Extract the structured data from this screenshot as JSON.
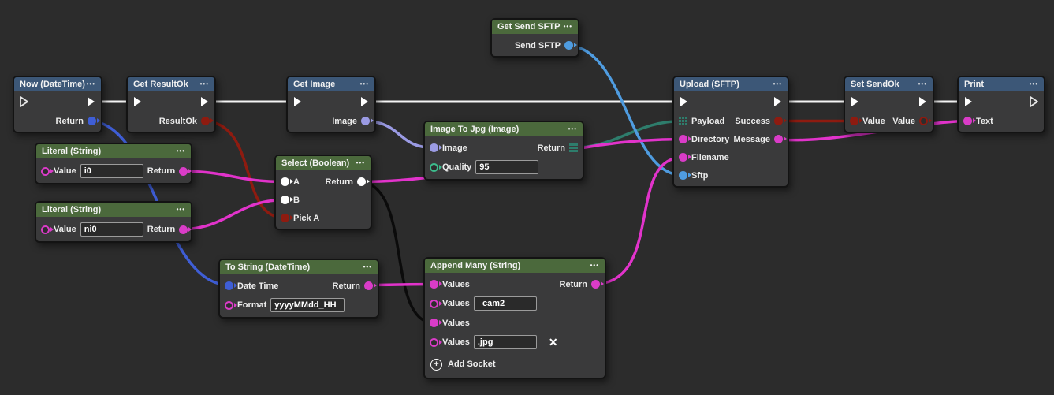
{
  "app": {
    "type": "visual-node-graph-editor"
  },
  "ui": {
    "menu_icon": "•••",
    "add_icon": "+",
    "remove_icon": "✕"
  },
  "colors": {
    "canvas": "#2c2c2c",
    "node_body": "#3a3a3b",
    "header_blue": "#3c5777",
    "header_green": "#4b693c",
    "port_string": "#da3cc8",
    "port_boolean": "#8e1b10",
    "port_datetime": "#3f5ed6",
    "port_image": "#9b9be4",
    "port_int": "#3dbb8c",
    "port_sftp": "#4f9ce0",
    "port_any": "#ffffff",
    "port_bytes_grid": "#2e7d6c",
    "wire_exec": "#f5f5f5",
    "wire_black": "#0b0b0b",
    "wire_string": "#e233cb"
  },
  "nodes": [
    {
      "title": "Now (DateTime)",
      "outputs": [
        {
          "label": "Return"
        }
      ]
    },
    {
      "title": "Get ResultOk",
      "outputs": [
        {
          "label": "ResultOk"
        }
      ]
    },
    {
      "title": "Get Image",
      "outputs": [
        {
          "label": "Image"
        }
      ]
    },
    {
      "title": "Get Send SFTP",
      "outputs": [
        {
          "label": "Send SFTP"
        }
      ]
    },
    {
      "title": "Image To Jpg (Image)",
      "inputs": [
        {
          "label": "Image"
        },
        {
          "label": "Quality",
          "value": "95"
        }
      ],
      "outputs": [
        {
          "label": "Return"
        }
      ]
    },
    {
      "title": "Literal (String)",
      "inputs": [
        {
          "label": "Value",
          "value": "i0"
        }
      ],
      "outputs": [
        {
          "label": "Return"
        }
      ]
    },
    {
      "title": "Literal (String)",
      "inputs": [
        {
          "label": "Value",
          "value": "ni0"
        }
      ],
      "outputs": [
        {
          "label": "Return"
        }
      ]
    },
    {
      "title": "Select (Boolean)",
      "inputs": [
        {
          "label": "A"
        },
        {
          "label": "B"
        },
        {
          "label": "Pick A"
        }
      ],
      "outputs": [
        {
          "label": "Return"
        }
      ]
    },
    {
      "title": "To String (DateTime)",
      "inputs": [
        {
          "label": "Date Time"
        },
        {
          "label": "Format",
          "value": "yyyyMMdd_HH"
        }
      ],
      "outputs": [
        {
          "label": "Return"
        }
      ]
    },
    {
      "title": "Append Many (String)",
      "inputs": [
        {
          "label": "Values"
        },
        {
          "label": "Values",
          "value": "_cam2_"
        },
        {
          "label": "Values"
        },
        {
          "label": "Values",
          "value": ".jpg"
        }
      ],
      "outputs": [
        {
          "label": "Return"
        }
      ],
      "add_socket": "Add Socket"
    },
    {
      "title": "Upload (SFTP)",
      "inputs": [
        {
          "label": "Payload"
        },
        {
          "label": "Directory"
        },
        {
          "label": "Filename"
        },
        {
          "label": "Sftp"
        }
      ],
      "outputs": [
        {
          "label": "Success"
        },
        {
          "label": "Message"
        }
      ]
    },
    {
      "title": "Set SendOk",
      "inputs": [
        {
          "label": "Value"
        }
      ],
      "outputs": [
        {
          "label": "Value"
        }
      ]
    },
    {
      "title": "Print",
      "inputs": [
        {
          "label": "Text"
        }
      ]
    }
  ],
  "connections": [
    {
      "from": "Now (DateTime).exec-out",
      "to": "Get ResultOk.exec-in",
      "type": "exec"
    },
    {
      "from": "Get ResultOk.exec-out",
      "to": "Get Image.exec-in",
      "type": "exec"
    },
    {
      "from": "Get Image.exec-out",
      "to": "Upload (SFTP).exec-in",
      "type": "exec"
    },
    {
      "from": "Upload (SFTP).exec-out",
      "to": "Set SendOk.exec-in",
      "type": "exec"
    },
    {
      "from": "Set SendOk.exec-out",
      "to": "Print.exec-in",
      "type": "exec"
    },
    {
      "from": "Now (DateTime).Return",
      "to": "To String (DateTime).Date Time",
      "type": "datetime"
    },
    {
      "from": "Get ResultOk.ResultOk",
      "to": "Select (Boolean).Pick A",
      "type": "boolean"
    },
    {
      "from": "Get Image.Image",
      "to": "Image To Jpg (Image).Image",
      "type": "image"
    },
    {
      "from": "Get Send SFTP.Send SFTP",
      "to": "Upload (SFTP).Sftp",
      "type": "sftp"
    },
    {
      "from": "Literal (String)[i0].Return",
      "to": "Select (Boolean).A",
      "type": "string"
    },
    {
      "from": "Literal (String)[ni0].Return",
      "to": "Select (Boolean).B",
      "type": "string"
    },
    {
      "from": "Select (Boolean).Return",
      "to": "Upload (SFTP).Directory",
      "type": "string"
    },
    {
      "from": "Select (Boolean).Return",
      "to": "Append Many (String).Values[3]",
      "type": "object"
    },
    {
      "from": "Image To Jpg (Image).Return",
      "to": "Upload (SFTP).Payload",
      "type": "bytes"
    },
    {
      "from": "To String (DateTime).Return",
      "to": "Append Many (String).Values[1]",
      "type": "string"
    },
    {
      "from": "Append Many (String).Return",
      "to": "Upload (SFTP).Filename",
      "type": "string"
    },
    {
      "from": "Upload (SFTP).Success",
      "to": "Set SendOk.Value",
      "type": "boolean"
    },
    {
      "from": "Upload (SFTP).Message",
      "to": "Print.Text",
      "type": "string"
    }
  ]
}
